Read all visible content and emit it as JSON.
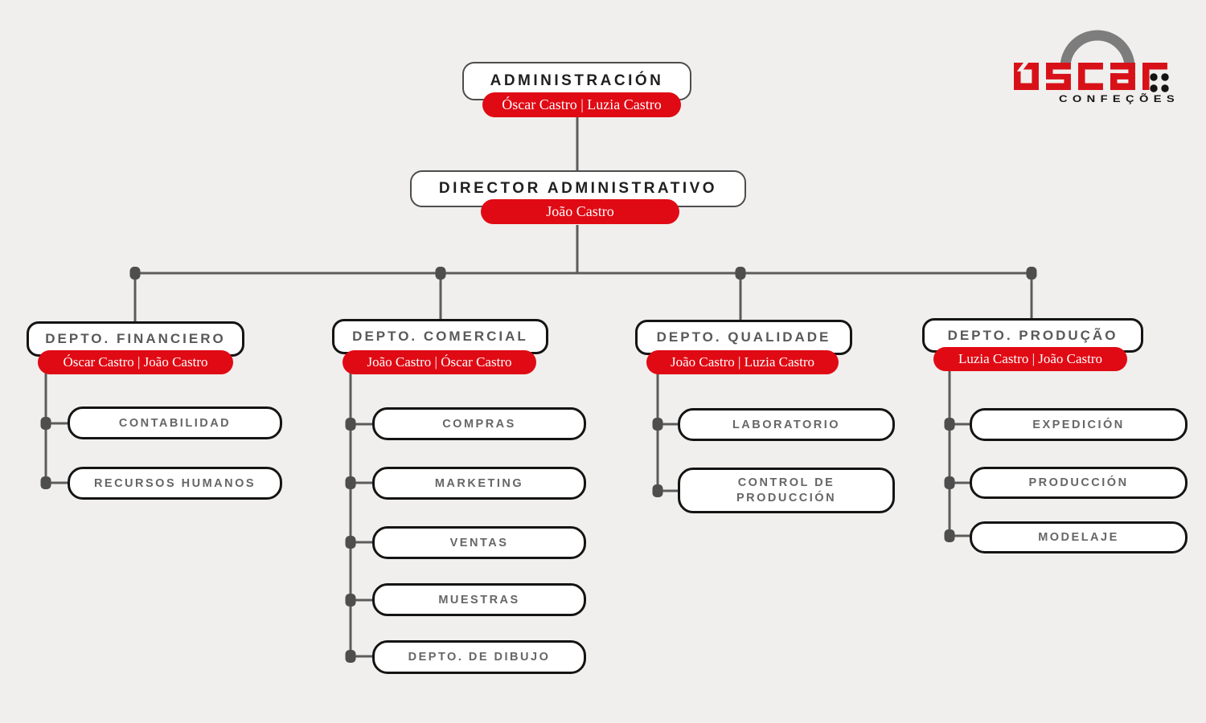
{
  "logo": {
    "brand": "OSCAR",
    "subtitle": "CONFEÇÕES"
  },
  "org": {
    "root": {
      "title": "ADMINISTRACIÓN",
      "names": "Óscar Castro | Luzia Castro"
    },
    "director": {
      "title": "DIRECTOR ADMINISTRATIVO",
      "names": "João Castro"
    },
    "departments": [
      {
        "title": "DEPTO. FINANCIERO",
        "names": "Óscar Castro | João Castro",
        "children": [
          "CONTABILIDAD",
          "RECURSOS HUMANOS"
        ]
      },
      {
        "title": "DEPTO. COMERCIAL",
        "names": "João Castro | Óscar Castro",
        "children": [
          "COMPRAS",
          "MARKETING",
          "VENTAS",
          "MUESTRAS",
          "DEPTO. DE DIBUJO"
        ]
      },
      {
        "title": "DEPTO. QUALIDADE",
        "names": "João Castro | Luzia Castro",
        "children": [
          "LABORATORIO",
          "CONTROL DE PRODUCCIÓN"
        ]
      },
      {
        "title": "DEPTO. PRODUÇÃO",
        "names": "Luzia Castro | João Castro",
        "children": [
          "EXPEDICIÓN",
          "PRODUCCIÓN",
          "MODELAJE"
        ]
      }
    ]
  },
  "colors": {
    "accent_red": "#e00a14",
    "logo_red": "#d81118",
    "background": "#f0efed",
    "line_gray": "#5c5c5c",
    "border_dark": "#141414",
    "border_gray": "#4d4d4d"
  }
}
